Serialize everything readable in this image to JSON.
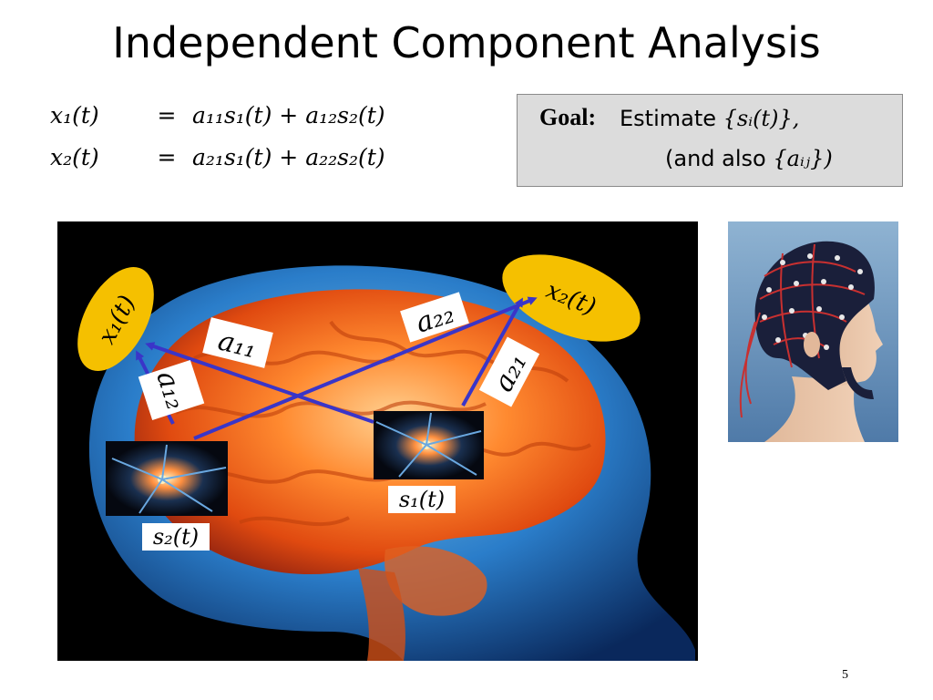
{
  "slide": {
    "title": "Independent Component Analysis",
    "page_number": "5"
  },
  "equations": [
    {
      "lhs": "x₁(t)",
      "op": "=",
      "rhs": "a₁₁s₁(t) + a₁₂s₂(t)"
    },
    {
      "lhs": "x₂(t)",
      "op": "=",
      "rhs": "a₂₁s₁(t) + a₂₂s₂(t)"
    }
  ],
  "goal": {
    "label": "Goal:",
    "line1_text": "Estimate",
    "line1_math": "{sᵢ(t)},",
    "line2_text": "(and also",
    "line2_math": "{aᵢⱼ})"
  },
  "diagram": {
    "outputs": {
      "x1": "x₁(t)",
      "x2": "x₂(t)"
    },
    "sources": {
      "s1": "s₁(t)",
      "s2": "s₂(t)"
    },
    "weights": {
      "a11": "a₁₁",
      "a12": "a₁₂",
      "a21": "a₂₁",
      "a22": "a₂₂"
    },
    "colors": {
      "arrow": "#3a35c8",
      "ellipse": "#f5c000",
      "brain": "#ff8a30",
      "skull": "#2f8be0"
    }
  }
}
